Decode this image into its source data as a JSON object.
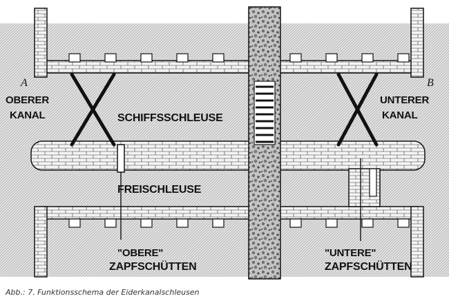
{
  "diagram": {
    "corner_left": "A",
    "corner_right": "B",
    "labels": {
      "oberer_1": "OBERER",
      "oberer_2": "KANAL",
      "schiffsschleuse": "SCHIFFSSCHLEUSE",
      "unterer_1": "UNTERER",
      "unterer_2": "KANAL",
      "freischleuse": "FREISCHLEUSE",
      "obere_q": "\"OBERE\"",
      "obere_z": "ZAPFSCHÜTTEN",
      "untere_q": "\"UNTERE\"",
      "untere_z": "ZAPFSCHÜTTEN"
    },
    "colors": {
      "ink": "#111111",
      "brick_fill": "#f4f4f4",
      "water_fill": "#e6e6e6",
      "stone_fill": "#bdbdbd"
    }
  },
  "caption": "Abb.: 7.  Funktionsschema der Eiderkanalschleusen"
}
